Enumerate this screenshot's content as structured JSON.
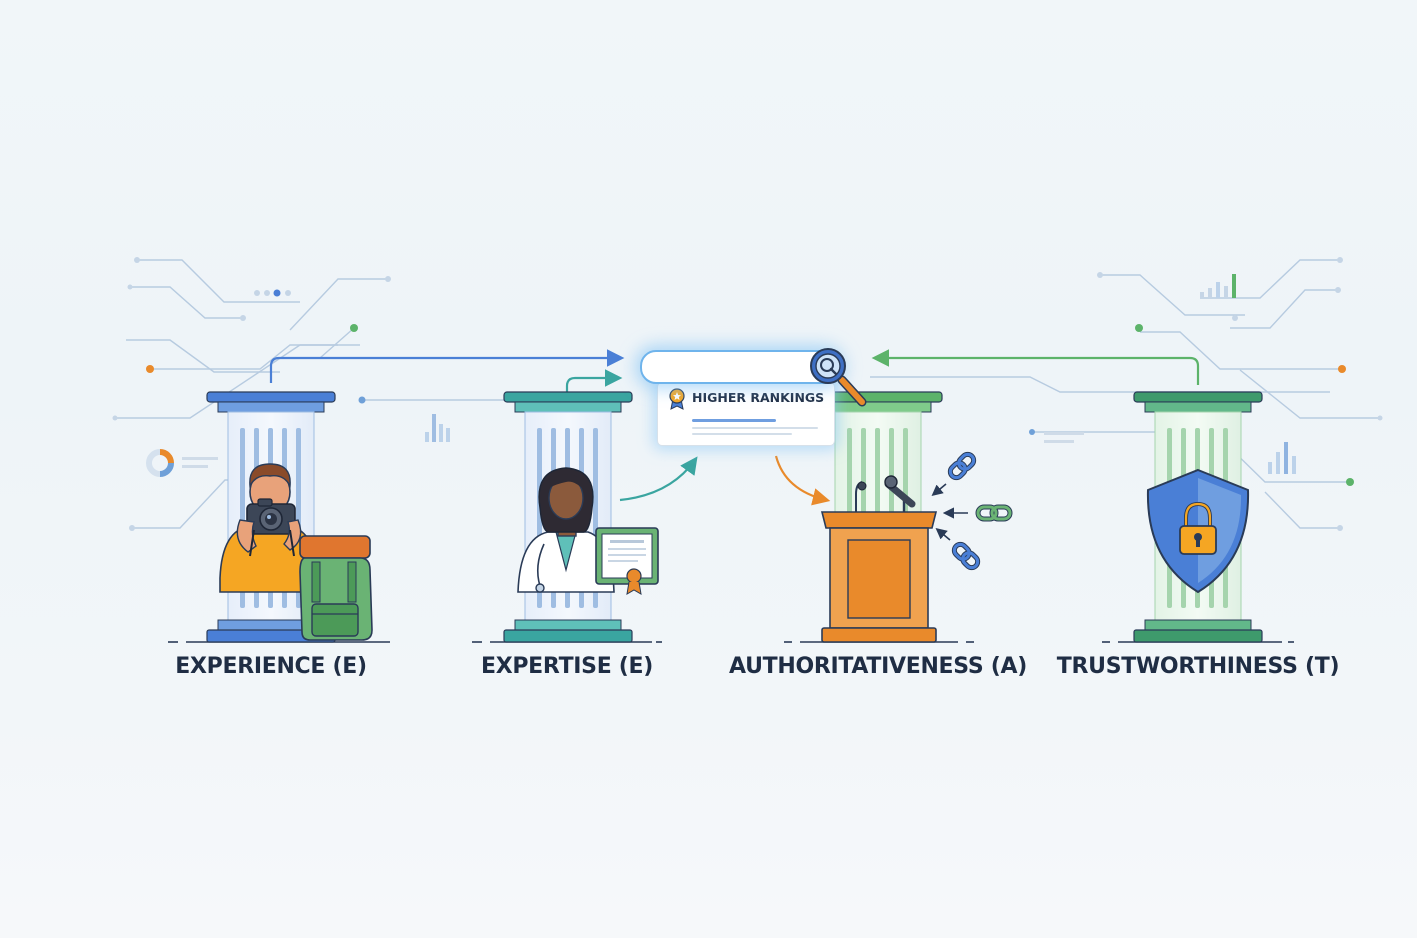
{
  "search": {
    "result_title": "HIGHER RANKINGS"
  },
  "pillars": [
    {
      "label": "EXPERIENCE (E)",
      "icon": "photographer-with-backpack-icon",
      "color": "#4a7fd6"
    },
    {
      "label": "EXPERTISE (E)",
      "icon": "doctor-with-certificate-icon",
      "color": "#3aa5a0"
    },
    {
      "label": "AUTHORITATIVENESS (A)",
      "icon": "podium-with-links-icon",
      "color": "#5cb36a"
    },
    {
      "label": "TRUSTWORTHINESS (T)",
      "icon": "shield-lock-icon",
      "color": "#3e9a6c"
    }
  ],
  "colors": {
    "text": "#1f2d44",
    "blue": "#4a7fd6",
    "teal": "#3aa5a0",
    "green": "#5cb36a",
    "orange": "#e98a2b",
    "circuit": "#b7cbe0"
  }
}
